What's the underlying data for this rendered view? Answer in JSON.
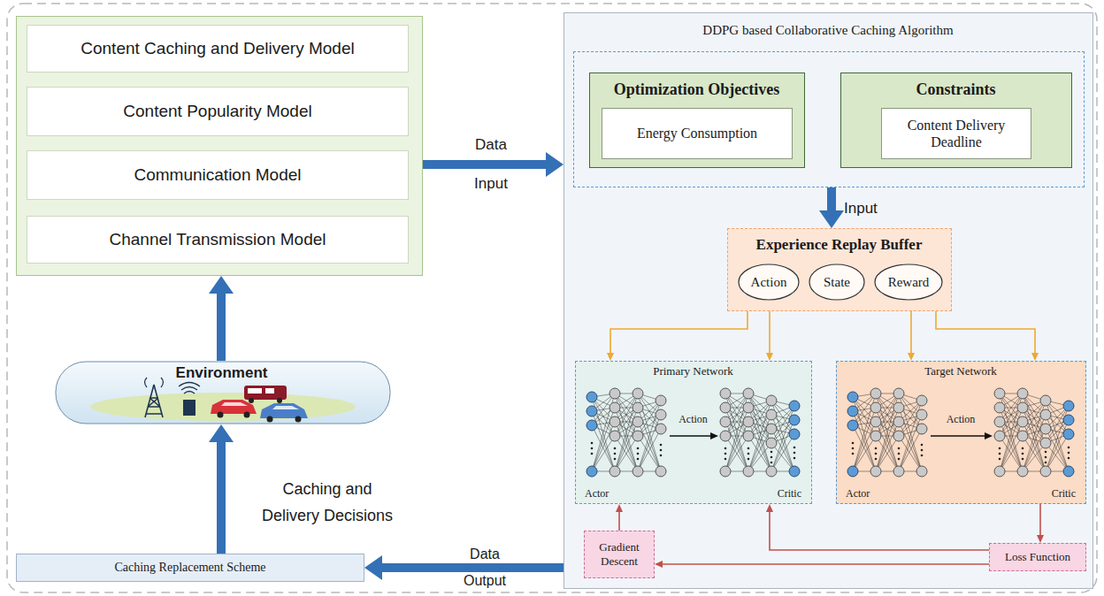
{
  "diagram": {
    "nodes": [
      {
        "text": []
      },
      {
        "text": [
          "Content Caching and Delivery Model"
        ],
        "in": 0
      },
      {
        "text": [
          "Content Popularity Model"
        ],
        "in": 0
      },
      {
        "text": [
          "Communication Model"
        ],
        "in": 0
      },
      {
        "text": [
          "Channel Transmission Model"
        ],
        "in": 0
      },
      {
        "text": [
          "DDPG based Collaborative Caching Algorithm"
        ]
      },
      {
        "text": [],
        "in": 5
      },
      {
        "text": [
          "Optimization Objectives"
        ],
        "in": 6
      },
      {
        "text": [
          "Energy Consumption"
        ],
        "in": 7
      },
      {
        "text": [
          "Constraints"
        ],
        "in": 6
      },
      {
        "text": [
          "Content Delivery Deadline"
        ],
        "in": 9
      },
      {
        "text": [
          "Experience Replay Buffer"
        ],
        "in": 5
      },
      {
        "text": [
          "Action"
        ],
        "in": 11
      },
      {
        "text": [
          "State"
        ],
        "in": 11
      },
      {
        "text": [
          "Reward"
        ],
        "in": 11
      },
      {
        "text": [
          "Primary Network",
          "Actor",
          "Action",
          "Critic"
        ],
        "in": 5
      },
      {
        "text": [
          "Target Network",
          "Actor",
          "Action",
          "Critic"
        ],
        "in": 5
      },
      {
        "text": [
          "Gradient Descent"
        ],
        "in": 5
      },
      {
        "text": [
          "Loss Function"
        ],
        "in": 5
      },
      {
        "text": [
          "Environment"
        ]
      },
      {
        "text": [
          "Caching Replacement Scheme"
        ]
      }
    ],
    "edges": [
      {
        "from": 0,
        "to": 5,
        "arrow": "to",
        "label": "Data Input"
      },
      {
        "from": 6,
        "to": 11,
        "arrow": "to",
        "label": "Input"
      },
      {
        "from": 11,
        "to": 15,
        "arrow": "to"
      },
      {
        "from": 11,
        "to": 15,
        "arrow": "to"
      },
      {
        "from": 11,
        "to": 16,
        "arrow": "to"
      },
      {
        "from": 11,
        "to": 16,
        "arrow": "to"
      },
      {
        "from": 16,
        "to": 18,
        "arrow": "to"
      },
      {
        "from": 18,
        "to": 15,
        "arrow": "to"
      },
      {
        "from": 18,
        "to": 17,
        "arrow": "to"
      },
      {
        "from": 17,
        "to": 15,
        "arrow": "to"
      },
      {
        "from": 5,
        "to": 20,
        "arrow": "to",
        "label": "Data Output"
      },
      {
        "from": 20,
        "to": 19,
        "arrow": "to",
        "label": "Caching and Delivery Decisions"
      },
      {
        "from": 19,
        "to": 0,
        "arrow": "to"
      }
    ]
  }
}
